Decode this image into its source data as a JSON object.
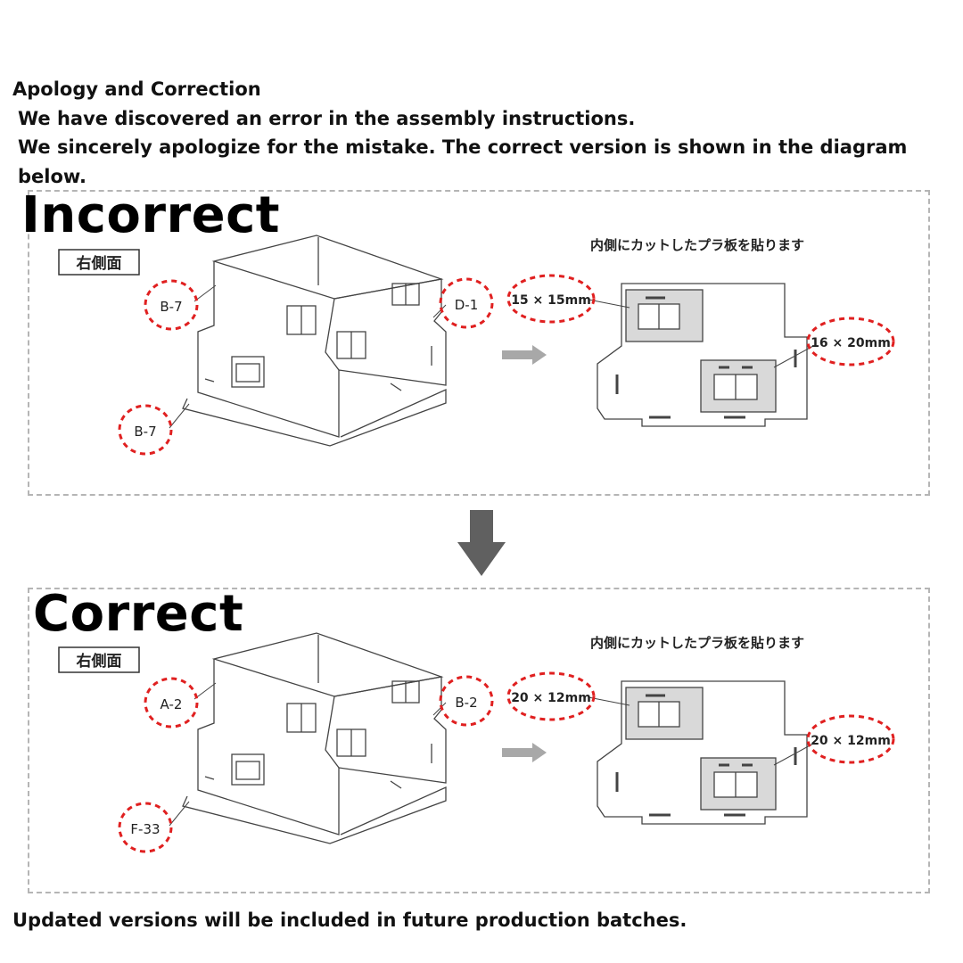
{
  "notice": {
    "title": "Apology and Correction",
    "line1": "We have discovered an error in the assembly instructions.",
    "line2": "We sincerely apologize for the mistake. The correct version is shown in the diagram below."
  },
  "incorrect": {
    "heading": "Incorrect",
    "view_label": "右側面",
    "instruction": "内側にカットしたプラ板を貼ります",
    "parts": [
      "B-7",
      "D-1",
      "B-7"
    ],
    "dims": [
      "15 × 15mm",
      "16 × 20mm"
    ]
  },
  "correct": {
    "heading": "Correct",
    "view_label": "右側面",
    "instruction": "内側にカットしたプラ板を貼ります",
    "parts": [
      "A-2",
      "B-2",
      "F-33"
    ],
    "dims": [
      "20 × 12mm",
      "20 × 12mm"
    ]
  },
  "footer": "Updated versions will be included in future production batches.",
  "colors": {
    "callout": "#e02020",
    "arrow": "#606060",
    "side_arrow": "#a8a8a8",
    "line": "#444444"
  }
}
